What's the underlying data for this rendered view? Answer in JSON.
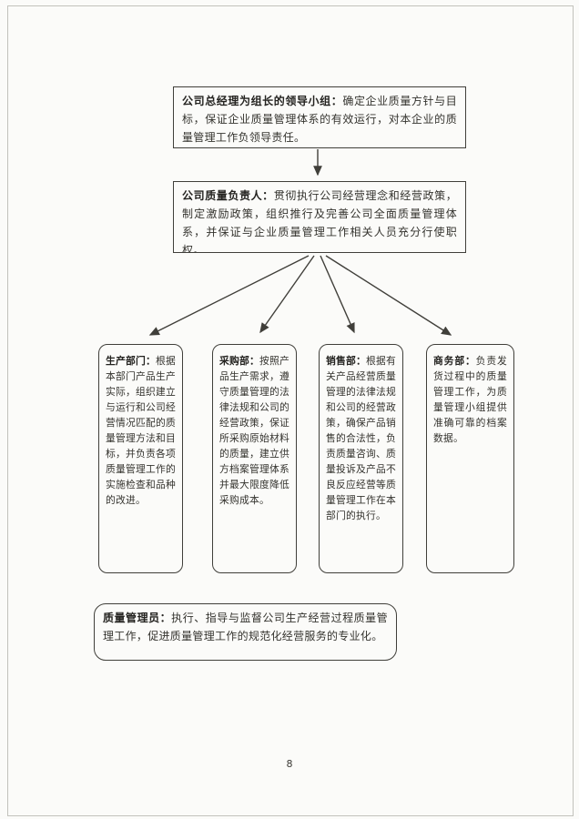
{
  "page_number": "8",
  "flowchart": {
    "leadership": {
      "title": "公司总经理为组长的领导小组：",
      "body": "确定企业质量方针与目标，保证企业质量管理体系的有效运行，对本企业的质量管理工作负领导责任。"
    },
    "quality_lead": {
      "title": "公司质量负责人：",
      "body": "贯彻执行公司经营理念和经营政策，制定激励政策，组织推行及完善公司全面质量管理体系，并保证与企业质量管理工作相关人员充分行使职权。"
    },
    "departments": [
      {
        "title": "生产部门：",
        "body": "根据本部门产品生产实际，组织建立与运行和公司经营情况匹配的质量管理方法和目标，并负责各项质量管理工作的实施检查和品种的改进。"
      },
      {
        "title": "采购部：",
        "body": "按照产品生产需求，遵守质量管理的法律法规和公司的经营政策，保证所采购原始材料的质量，建立供方档案管理体系并最大限度降低采购成本。"
      },
      {
        "title": "销售部：",
        "body": "根据有关产品经营质量管理的法律法规和公司的经营政策，确保产品销售的合法性，负责质量咨询、质量投诉及产品不良反应经营等质量管理工作在本部门的执行。"
      },
      {
        "title": "商务部：",
        "body": "负责发货过程中的质量管理工作，为质量管理小组提供准确可靠的档案数据。"
      }
    ],
    "quality_admin": {
      "title": "质量管理员：",
      "body": "执行、指导与监督公司生产经营过程质量管理工作，促进质量管理工作的规范化经营服务的专业化。"
    }
  }
}
